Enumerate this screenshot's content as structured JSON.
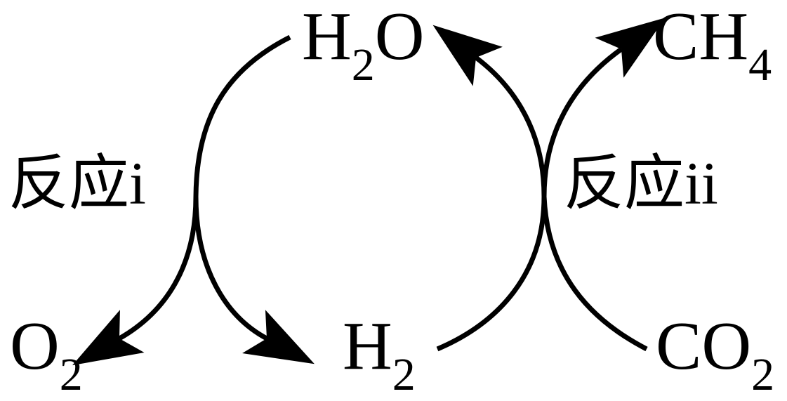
{
  "species": {
    "h2o": {
      "base1": "H",
      "sub": "2",
      "base2": "O"
    },
    "ch4": {
      "base": "CH",
      "sub": "4"
    },
    "o2": {
      "base": "O",
      "sub": "2"
    },
    "h2": {
      "base": "H",
      "sub": "2"
    },
    "co2": {
      "base": "CO",
      "sub": "2"
    }
  },
  "reactions": {
    "i": "反应i",
    "ii": "反应ii"
  },
  "colors": {
    "ink": "#000000",
    "background": "#ffffff"
  }
}
